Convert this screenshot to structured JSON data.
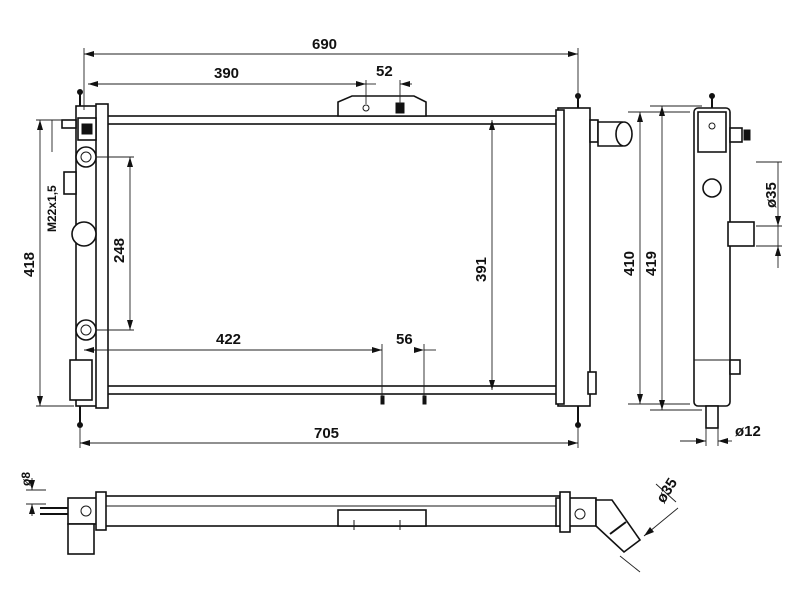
{
  "dimensions": {
    "overall_top_width": "690",
    "left_to_bracket": "390",
    "bracket_width": "52",
    "core_height_left": "418",
    "thread": "M22x1,5",
    "port_spacing": "248",
    "lower_left_span": "422",
    "lower_gap": "56",
    "core_height_mid": "391",
    "side_height_410": "410",
    "side_height_419": "419",
    "side_port_diameter": "ø35",
    "bottom_stub_diameter": "ø12",
    "overall_bottom_width": "705",
    "bottom_left_diameter": "ø8",
    "bottom_right_diameter": "ø35"
  }
}
